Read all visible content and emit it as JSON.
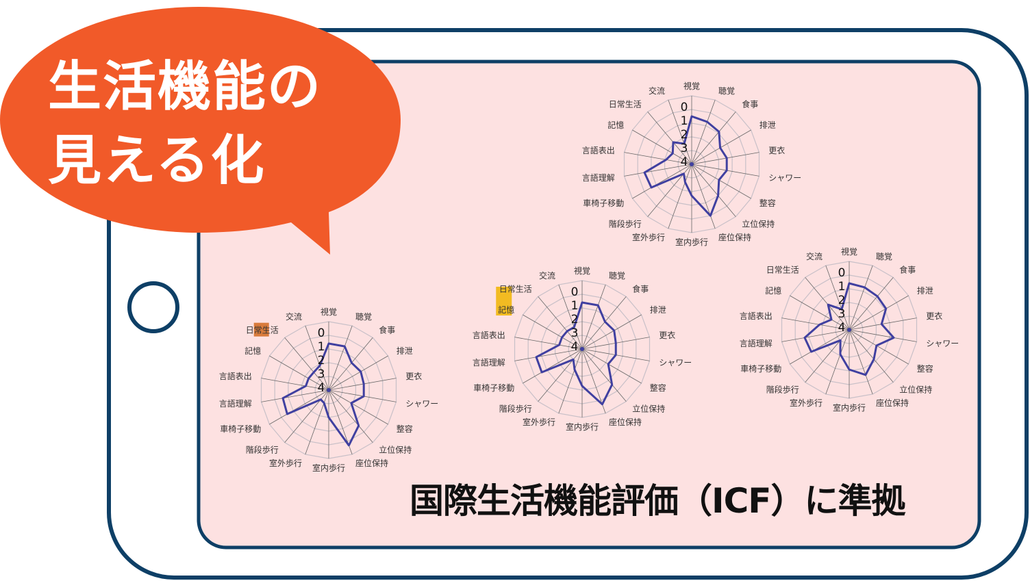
{
  "headline": {
    "line1": "生活機能の",
    "line2": "見える化"
  },
  "footer": {
    "text": "国際生活機能評価（ICF）に準拠"
  },
  "colors": {
    "frame": "#0e3f66",
    "screen": "#fde1e1",
    "bubble": "#f15a29",
    "series": "#4040a0",
    "highlight_orange": "#d2691e",
    "highlight_yellow": "#f0b400"
  },
  "chart_data": [
    {
      "type": "radar",
      "categories": [
        "視覚",
        "聴覚",
        "食事",
        "排泄",
        "更衣",
        "シャワー",
        "整容",
        "立位保持",
        "座位保持",
        "室内歩行",
        "室外歩行",
        "階段歩行",
        "車椅子移動",
        "言語理解",
        "言語表出",
        "記憶",
        "日常生活",
        "交流"
      ],
      "tick_labels": [
        "0",
        "1",
        "2",
        "3",
        "4"
      ],
      "rmax": 5,
      "values": [
        3.4,
        3.4,
        2.6,
        2.7,
        2.6,
        2.6,
        1.9,
        3.4,
        4.3,
        2.0,
        1.0,
        0.9,
        3.5,
        3.4,
        1.7,
        1.7,
        1.7,
        1.9
      ],
      "highlight": "orange"
    },
    {
      "type": "radar",
      "categories": [
        "視覚",
        "聴覚",
        "食事",
        "排泄",
        "更衣",
        "シャワー",
        "整容",
        "立位保持",
        "座位保持",
        "室内歩行",
        "室外歩行",
        "階段歩行",
        "車椅子移動",
        "言語理解",
        "言語表出",
        "記憶",
        "日常生活",
        "交流"
      ],
      "tick_labels": [
        "0",
        "1",
        "2",
        "3",
        "4"
      ],
      "rmax": 5,
      "values": [
        3.4,
        3.4,
        2.6,
        2.7,
        2.5,
        2.5,
        2.2,
        3.4,
        4.3,
        2.7,
        1.6,
        1.0,
        3.4,
        3.4,
        1.7,
        1.7,
        1.7,
        1.7
      ],
      "highlight": "yellow"
    },
    {
      "type": "radar",
      "categories": [
        "視覚",
        "聴覚",
        "食事",
        "排泄",
        "更衣",
        "シャワー",
        "整容",
        "立位保持",
        "座位保持",
        "室内歩行",
        "室外歩行",
        "階段歩行",
        "車椅子移動",
        "言語理解",
        "言語表出",
        "記憶",
        "日常生活",
        "交流"
      ],
      "tick_labels": [
        "0",
        "1",
        "2",
        "3",
        "4"
      ],
      "rmax": 5,
      "values": [
        3.5,
        3.3,
        3.1,
        2.4,
        2.6,
        2.6,
        2.3,
        3.0,
        4.0,
        2.3,
        1.4,
        0.9,
        3.4,
        3.5,
        1.9,
        1.6,
        2.1,
        1.6
      ]
    },
    {
      "type": "radar",
      "categories": [
        "視覚",
        "聴覚",
        "食事",
        "排泄",
        "更衣",
        "シャワー",
        "整容",
        "立位保持",
        "座位保持",
        "室内歩行",
        "室外歩行",
        "階段歩行",
        "車椅子移動",
        "言語理解",
        "言語表出",
        "記憶",
        "日常生活",
        "交流"
      ],
      "tick_labels": [
        "0",
        "1",
        "2",
        "3",
        "4"
      ],
      "rmax": 5,
      "values": [
        3.4,
        3.3,
        3.2,
        3.1,
        2.4,
        3.3,
        2.3,
        2.8,
        3.5,
        2.9,
        1.9,
        1.0,
        3.2,
        3.3,
        2.2,
        1.5,
        2.4,
        1.6
      ]
    }
  ]
}
